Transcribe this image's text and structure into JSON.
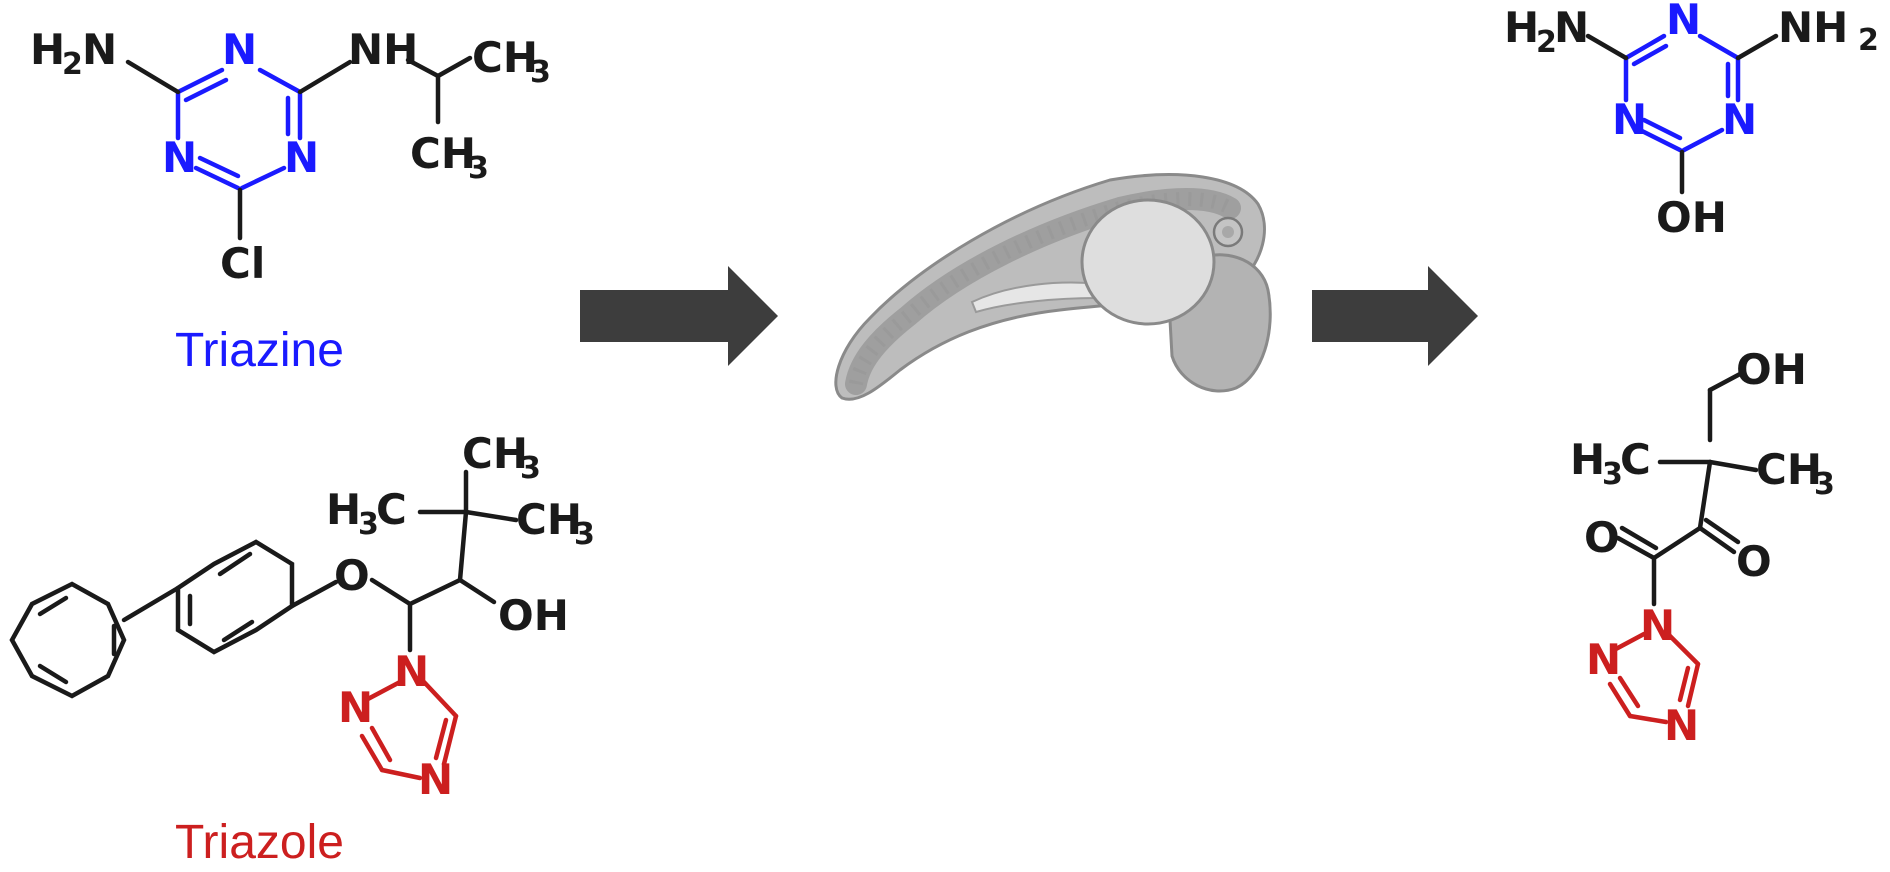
{
  "colors": {
    "ink": "#1a1a1a",
    "triazine": "#1a1aff",
    "triazole": "#cc1f1f",
    "arrow": "#3d3d3d",
    "embryo_fill": "#c9c9c9",
    "embryo_outline": "#8a8a8a"
  },
  "labels": {
    "triazine_caption": "Triazine",
    "triazole_caption": "Triazole"
  },
  "atoms": {
    "N": "N",
    "H": "H",
    "C": "C",
    "O": "O",
    "Cl": "Cl",
    "NH": "NH",
    "OH": "OH",
    "sub2": "2",
    "sub3": "3"
  },
  "icons": {
    "organism": "zebrafish-embryo-icon",
    "arrow": "right-arrow-icon"
  }
}
